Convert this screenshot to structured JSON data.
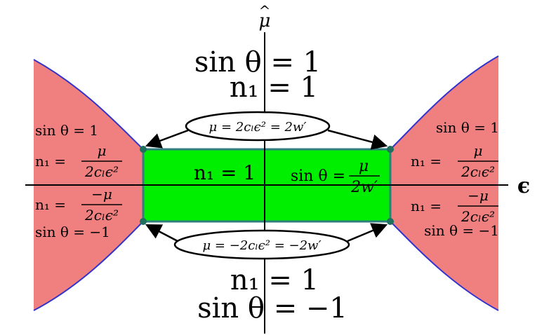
{
  "axes": {
    "vertical_symbol": "μ",
    "vertical_hat": "^",
    "horizontal_symbol": "ϵ"
  },
  "top_region": {
    "line1": "sin θ = 1",
    "line2": "n₁ = 1"
  },
  "bottom_region": {
    "line1": "n₁ = 1",
    "line2": "sin θ = −1"
  },
  "center_region": {
    "left_label": "n₁ = 1",
    "right_prefix": "sin θ =",
    "right_num": "μ",
    "right_den": "2w′"
  },
  "upper_boundary_label": "μ = 2cₗϵ² = 2w′",
  "lower_boundary_label": "μ = −2cₗϵ² = −2w′",
  "left_wing": {
    "sin_top": "sin θ = 1",
    "n_top_prefix": "n₁ =",
    "n_top_num": "μ",
    "n_top_den": "2cₗϵ²",
    "n_bot_prefix": "n₁ =",
    "n_bot_num": "−μ",
    "n_bot_den": "2cₗϵ²",
    "sin_bot": "sin θ = −1"
  },
  "right_wing": {
    "sin_top": "sin θ = 1",
    "n_top_prefix": "n₁ =",
    "n_top_num": "μ",
    "n_top_den": "2cₗϵ²",
    "n_bot_prefix": "n₁ =",
    "n_bot_num": "−μ",
    "n_bot_den": "2cₗϵ²",
    "sin_bot": "sin θ = −1"
  },
  "colors": {
    "wing_fill": "#f08080",
    "wing_edge": "#3333cc",
    "center_fill": "#00ee00",
    "center_edge": "#2f7f7f",
    "node": "#1f6f5f"
  }
}
